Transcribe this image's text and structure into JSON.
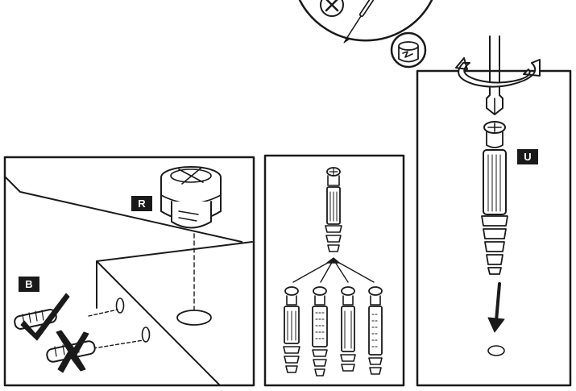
{
  "labels": {
    "cam_lock": "R",
    "dowel": "B",
    "cam_bolt": "U"
  },
  "icons": {
    "tool_callout": [
      "no-power-drill-icon",
      "screwdriver-icon",
      "hand-tighten-icon"
    ],
    "panel_left": [
      "cam-lock-icon",
      "wooden-dowel-icon",
      "checkmark-icon",
      "cross-icon"
    ],
    "panel_middle": [
      "cam-bolt-icon",
      "cam-bolt-variant-icon"
    ],
    "panel_right": [
      "screwdriver-bit-icon",
      "rotate-clockwise-icon",
      "cam-bolt-icon",
      "insert-down-arrow-icon"
    ]
  },
  "colors": {
    "line": "#1a1a1a",
    "fill": "#ffffff",
    "label_bg": "#1a1a1a",
    "label_text": "#ffffff"
  }
}
